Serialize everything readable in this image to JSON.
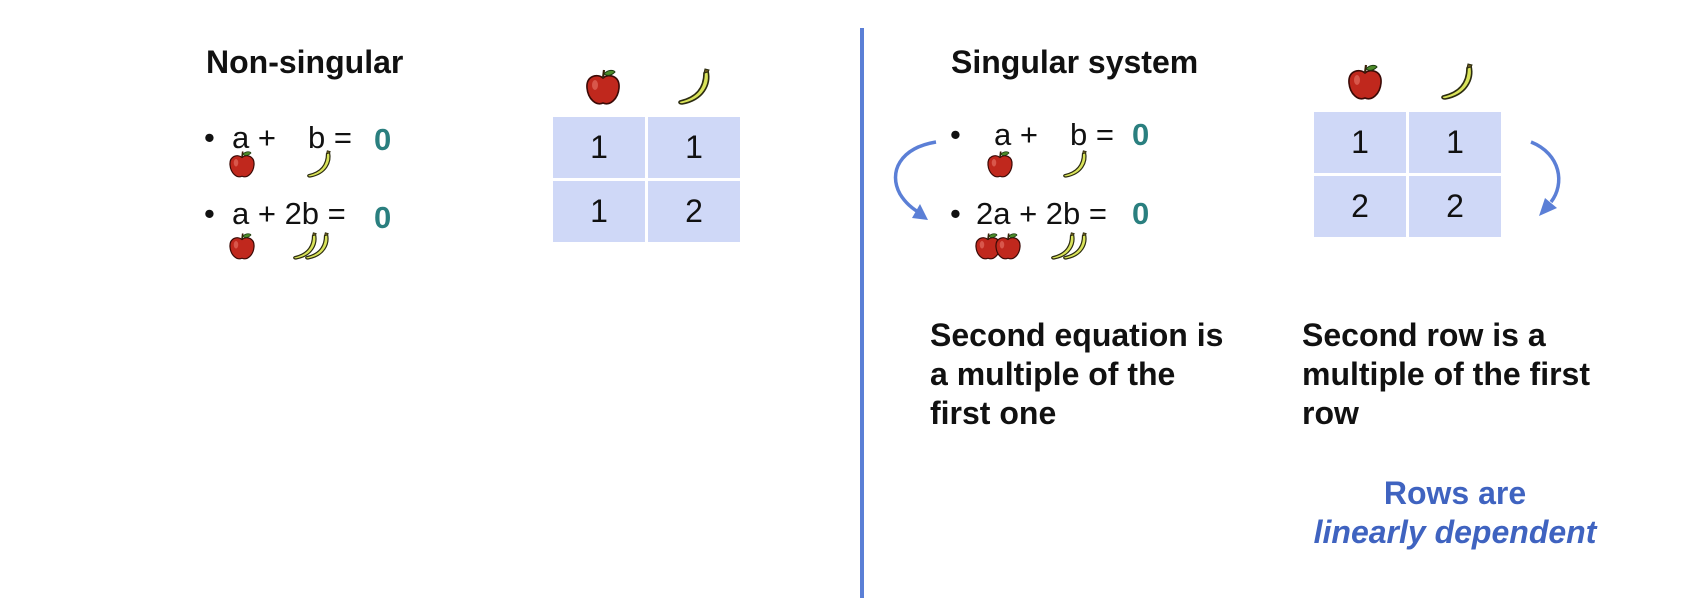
{
  "left": {
    "title": "Non-singular",
    "eq1": {
      "bullet": "•",
      "a": "a +",
      "b": "b =",
      "rhs": "0"
    },
    "eq2": {
      "bullet": "•",
      "a": "a + 2b =",
      "rhs": "0"
    },
    "matrix": [
      [
        "1",
        "1"
      ],
      [
        "1",
        "2"
      ]
    ]
  },
  "right": {
    "title": "Singular system",
    "eq1": {
      "bullet": "•",
      "a": "a +",
      "b": "b =",
      "rhs": "0"
    },
    "eq2": {
      "bullet": "•",
      "a": "2a + 2b =",
      "rhs": "0"
    },
    "matrix": [
      [
        "1",
        "1"
      ],
      [
        "2",
        "2"
      ]
    ],
    "note_equations": [
      "Second equation is",
      "a multiple of the",
      "first one"
    ],
    "note_rows": [
      "Second row is a",
      "multiple of the first",
      "row"
    ],
    "conclusion": {
      "line1": "Rows are",
      "line2": "linearly dependent"
    }
  },
  "colors": {
    "accent": "#5b7fd6",
    "zero": "#2a7f7f",
    "cell": "#cfd8f7",
    "conclusion": "#3f63c0"
  },
  "icons": [
    "apple-icon",
    "banana-icon"
  ]
}
